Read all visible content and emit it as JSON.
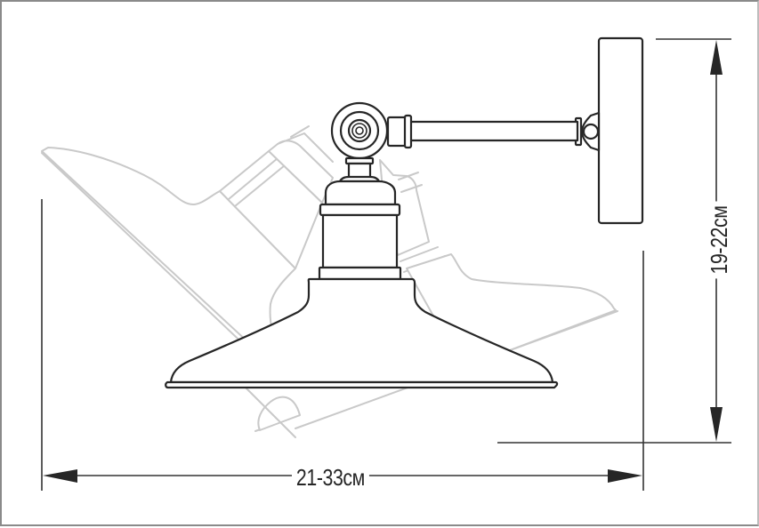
{
  "diagram": {
    "subject": "Wall sconce lamp with adjustable shade",
    "dimensions": {
      "width_label": "21-33см",
      "height_label": "19-22см"
    },
    "parts": [
      "wall-plate",
      "arm-rod",
      "pivot-joint",
      "lamp-socket",
      "shade",
      "ghost-shade-tilted-left",
      "ghost-shade-tilted-right"
    ],
    "colors": {
      "ink": "#262626",
      "ghost": "#c9c9c9",
      "border": "#8a8a8a",
      "background": "#ffffff"
    }
  }
}
